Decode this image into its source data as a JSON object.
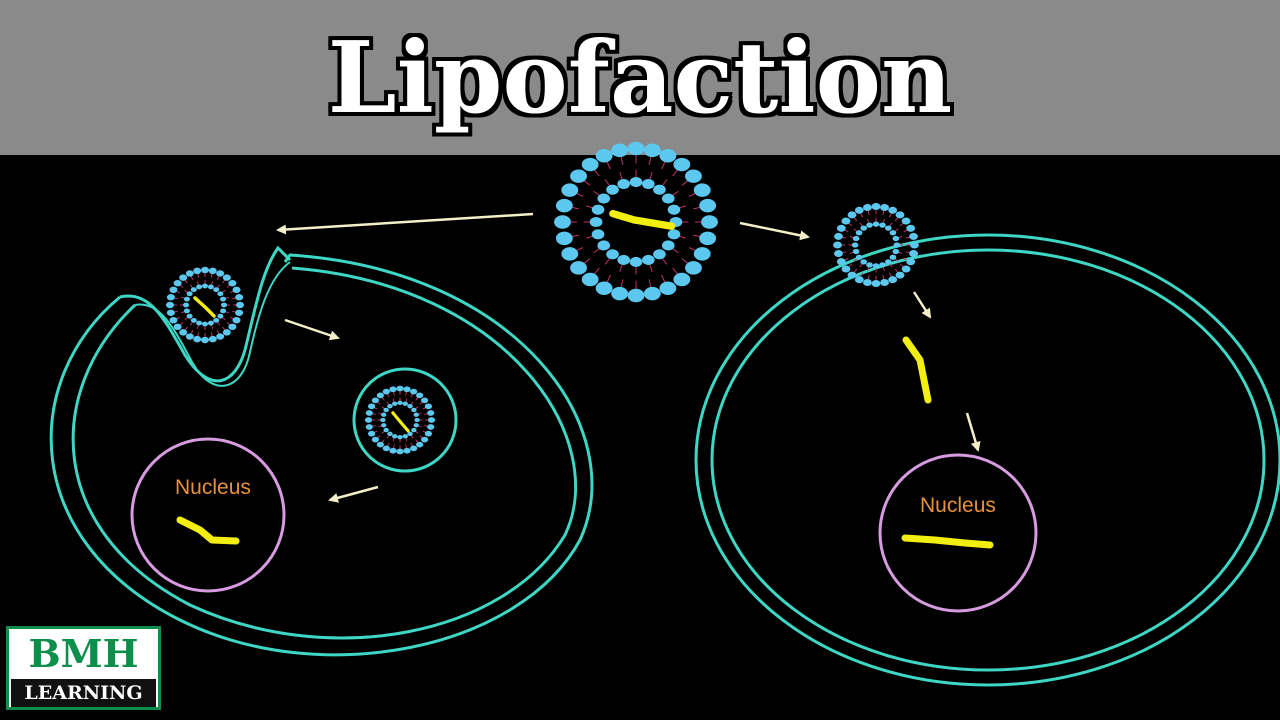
{
  "title": "Lipofaction",
  "labels": {
    "nucleus_left": "Nucleus",
    "nucleus_right": "Nucleus"
  },
  "logo": {
    "top": "BMH",
    "bottom": "LEARNING"
  },
  "colors": {
    "title_bar": "#8a8a8a",
    "background": "#000000",
    "membrane": "#3ed6c4",
    "nucleus": "#d79be0",
    "lipid_head": "#5cc8f0",
    "lipid_tail": "#c0306a",
    "dna": "#f2ee10",
    "arrow": "#f3efc8",
    "nucleus_text": "#e8913a",
    "logo_green": "#0c8f4a"
  }
}
